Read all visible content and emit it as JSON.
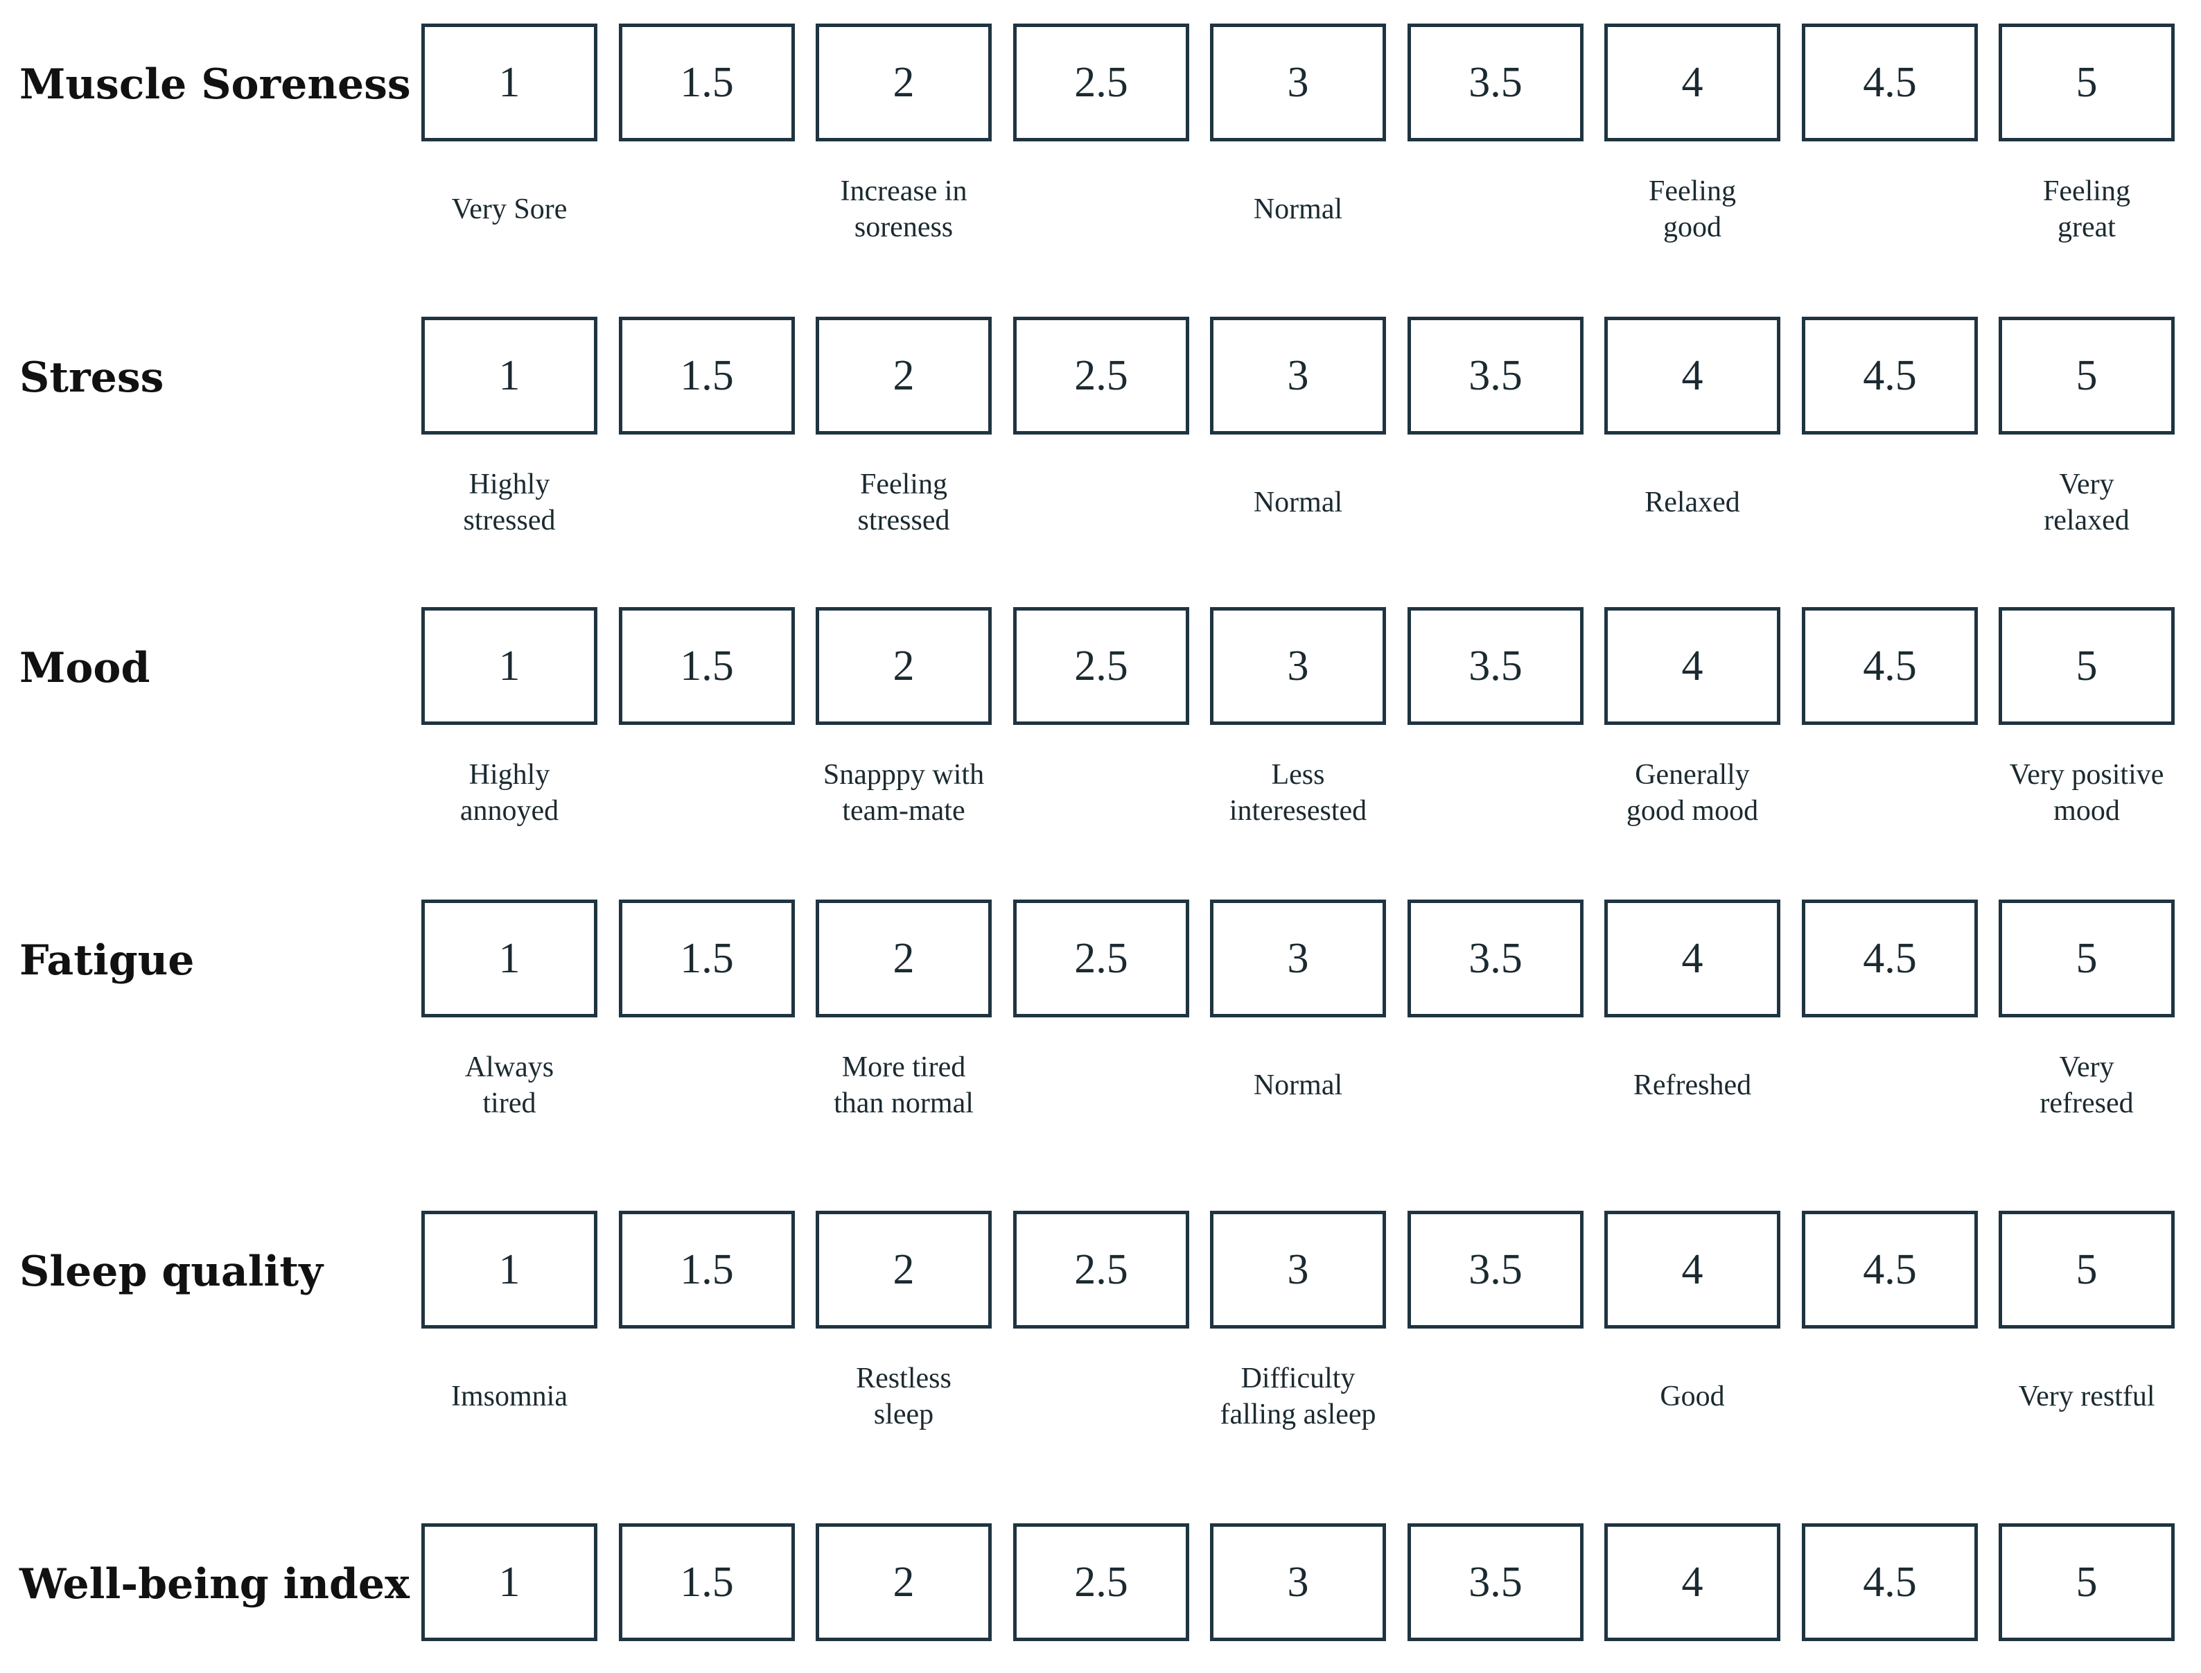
{
  "scale_values": [
    "1",
    "1.5",
    "2",
    "2.5",
    "3",
    "3.5",
    "4",
    "4.5",
    "5"
  ],
  "rows": [
    {
      "title": "Muscle Soreness",
      "anchors": [
        {
          "score": "1",
          "lines": [
            "Very Sore"
          ]
        },
        {
          "score": "2",
          "lines": [
            "Increase in",
            "soreness"
          ]
        },
        {
          "score": "3",
          "lines": [
            "Normal"
          ]
        },
        {
          "score": "4",
          "lines": [
            "Feeling",
            "good"
          ]
        },
        {
          "score": "5",
          "lines": [
            "Feeling",
            "great"
          ]
        }
      ]
    },
    {
      "title": "Stress",
      "anchors": [
        {
          "score": "1",
          "lines": [
            "Highly",
            "stressed"
          ]
        },
        {
          "score": "2",
          "lines": [
            "Feeling",
            "stressed"
          ]
        },
        {
          "score": "3",
          "lines": [
            "Normal"
          ]
        },
        {
          "score": "4",
          "lines": [
            "Relaxed"
          ]
        },
        {
          "score": "5",
          "lines": [
            "Very",
            "relaxed"
          ]
        }
      ]
    },
    {
      "title": "Mood",
      "anchors": [
        {
          "score": "1",
          "lines": [
            "Highly",
            "annoyed"
          ]
        },
        {
          "score": "2",
          "lines": [
            "Snapppy with",
            "team-mate"
          ]
        },
        {
          "score": "3",
          "lines": [
            "Less",
            "interesested"
          ]
        },
        {
          "score": "4",
          "lines": [
            "Generally",
            "good mood"
          ]
        },
        {
          "score": "5",
          "lines": [
            "Very positive",
            "mood"
          ]
        }
      ]
    },
    {
      "title": "Fatigue",
      "anchors": [
        {
          "score": "1",
          "lines": [
            "Always",
            "tired"
          ]
        },
        {
          "score": "2",
          "lines": [
            "More tired",
            "than normal"
          ]
        },
        {
          "score": "3",
          "lines": [
            "Normal"
          ]
        },
        {
          "score": "4",
          "lines": [
            "Refreshed"
          ]
        },
        {
          "score": "5",
          "lines": [
            "Very",
            "refresed"
          ]
        }
      ]
    },
    {
      "title": "Sleep quality",
      "anchors": [
        {
          "score": "1",
          "lines": [
            "Imsomnia"
          ]
        },
        {
          "score": "2",
          "lines": [
            "Restless",
            "sleep"
          ]
        },
        {
          "score": "3",
          "lines": [
            "Difficulty",
            "falling asleep"
          ]
        },
        {
          "score": "4",
          "lines": [
            "Good"
          ]
        },
        {
          "score": "5",
          "lines": [
            "Very restful"
          ]
        }
      ]
    },
    {
      "title": "Well-being index",
      "anchors": []
    }
  ]
}
